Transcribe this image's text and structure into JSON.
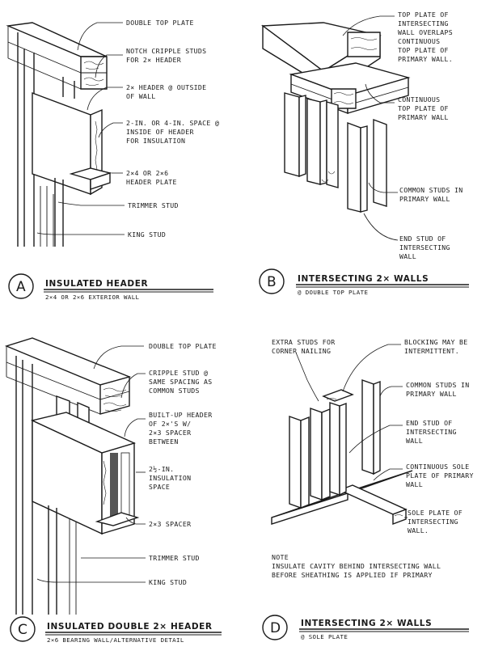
{
  "panels": {
    "a": {
      "letter": "A",
      "title": "INSULATED HEADER",
      "subtitle": "2×4 OR 2×6 EXTERIOR WALL",
      "labels": [
        [
          "DOUBLE TOP PLATE"
        ],
        [
          "NOTCH CRIPPLE STUDS",
          "FOR 2× HEADER"
        ],
        [
          "2× HEADER @ OUTSIDE",
          "OF WALL"
        ],
        [
          "2-IN. OR 4-IN. SPACE @",
          "INSIDE OF HEADER",
          "FOR INSULATION"
        ],
        [
          "2×4 OR 2×6",
          "HEADER PLATE"
        ],
        [
          "TRIMMER STUD"
        ],
        [
          "KING STUD"
        ]
      ]
    },
    "b": {
      "letter": "B",
      "title": "INTERSECTING 2× WALLS",
      "subtitle": "@ DOUBLE TOP PLATE",
      "labels": [
        [
          "TOP PLATE OF",
          "INTERSECTING",
          "WALL OVERLAPS",
          "CONTINUOUS",
          "TOP PLATE OF",
          "PRIMARY WALL."
        ],
        [
          "CONTINUOUS",
          "TOP PLATE OF",
          "PRIMARY WALL"
        ],
        [
          "COMMON STUDS IN",
          "PRIMARY WALL"
        ],
        [
          "END STUD OF",
          "INTERSECTING",
          "WALL"
        ]
      ]
    },
    "c": {
      "letter": "C",
      "title": "INSULATED DOUBLE 2× HEADER",
      "subtitle": "2×6 BEARING WALL/ALTERNATIVE DETAIL",
      "labels": [
        [
          "DOUBLE TOP PLATE"
        ],
        [
          "CRIPPLE STUD @",
          "SAME SPACING AS",
          "COMMON STUDS"
        ],
        [
          "BUILT-UP HEADER",
          "OF 2×'S W/",
          "2×3 SPACER",
          "BETWEEN"
        ],
        [
          "2½-IN.",
          "INSULATION",
          "SPACE"
        ],
        [
          "2×3 SPACER"
        ],
        [
          "TRIMMER STUD"
        ],
        [
          "KING STUD"
        ]
      ]
    },
    "d": {
      "letter": "D",
      "title": "INTERSECTING 2× WALLS",
      "subtitle": "@ SOLE PLATE",
      "labels": [
        [
          "EXTRA STUDS FOR",
          "CORNER NAILING"
        ],
        [
          "BLOCKING MAY BE",
          "INTERMITTENT."
        ],
        [
          "COMMON STUDS IN",
          "PRIMARY WALL"
        ],
        [
          "END STUD OF",
          "INTERSECTING",
          "WALL"
        ],
        [
          "CONTINUOUS SOLE",
          "PLATE OF PRIMARY",
          "WALL"
        ],
        [
          "SOLE PLATE OF",
          "INTERSECTING",
          "WALL."
        ]
      ],
      "note": [
        "NOTE",
        "INSULATE CAVITY BEHIND INTERSECTING WALL",
        "BEFORE SHEATHING IS APPLIED IF PRIMARY"
      ]
    }
  }
}
